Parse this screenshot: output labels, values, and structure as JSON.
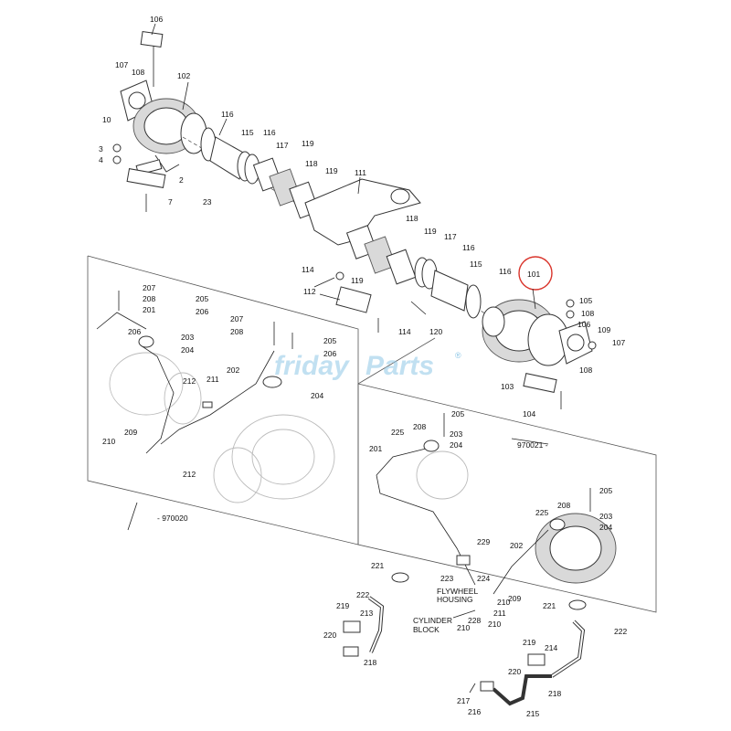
{
  "watermark": {
    "brand_left": "friday",
    "brand_right": "Parts",
    "reg": "®",
    "color": "#8ec6e6"
  },
  "highlight": {
    "label": "101",
    "circle_color": "#d9342b"
  },
  "serials": {
    "early": "- 970020",
    "late": "970021 -"
  },
  "notes": {
    "flywheel": "FLYWHEEL",
    "housing": "HOUSING",
    "cylinder": "CYLINDER",
    "block": "BLOCK"
  },
  "callouts": {
    "c106": "106",
    "c107": "107",
    "c108": "108",
    "c10": "10",
    "c102": "102",
    "c116a": "116",
    "c115a": "115",
    "c116b": "116",
    "c117a": "117",
    "c119a": "119",
    "c118a": "118",
    "c119b": "119",
    "c111": "111",
    "c3": "3",
    "c4": "4",
    "c2": "2",
    "c7": "7",
    "c23": "23",
    "c118b": "118",
    "c119c": "119",
    "c117b": "117",
    "c116c": "116",
    "c115b": "115",
    "c116d": "116",
    "c114a": "114",
    "c119d": "119",
    "c112": "112",
    "c114b": "114",
    "c120": "120",
    "c105": "105",
    "c108b": "108",
    "c106b": "106",
    "c109": "109",
    "c107b": "107",
    "c108c": "108",
    "c103": "103",
    "c104": "104",
    "c207a": "207",
    "c208a": "208",
    "c201a": "201",
    "c206a": "206",
    "c205a": "205",
    "c206b": "206",
    "c203a": "203",
    "c204a": "204",
    "c212a": "212",
    "c211a": "211",
    "c202a": "202",
    "c207b": "207",
    "c208b": "208",
    "c205b": "205",
    "c206c": "206",
    "c204b": "204",
    "c209a": "209",
    "c210a": "210",
    "c212b": "212",
    "c205c": "205",
    "c225a": "225",
    "c208c": "208",
    "c203b": "203",
    "c204c": "204",
    "c201b": "201",
    "c205d": "205",
    "c225b": "225",
    "c208d": "208",
    "c203c": "203",
    "c204d": "204",
    "c229": "229",
    "c202b": "202",
    "c221a": "221",
    "c223": "223",
    "c224": "224",
    "c222a": "222",
    "c213": "213",
    "c219a": "219",
    "c209b": "209",
    "c211b": "211",
    "c210b": "210",
    "c228": "228",
    "c210c": "210",
    "c210d": "210",
    "c220a": "220",
    "c218a": "218",
    "c221b": "221",
    "c222b": "222",
    "c219b": "219",
    "c214": "214",
    "c220b": "220",
    "c218b": "218",
    "c217": "217",
    "c216": "216",
    "c215": "215"
  }
}
